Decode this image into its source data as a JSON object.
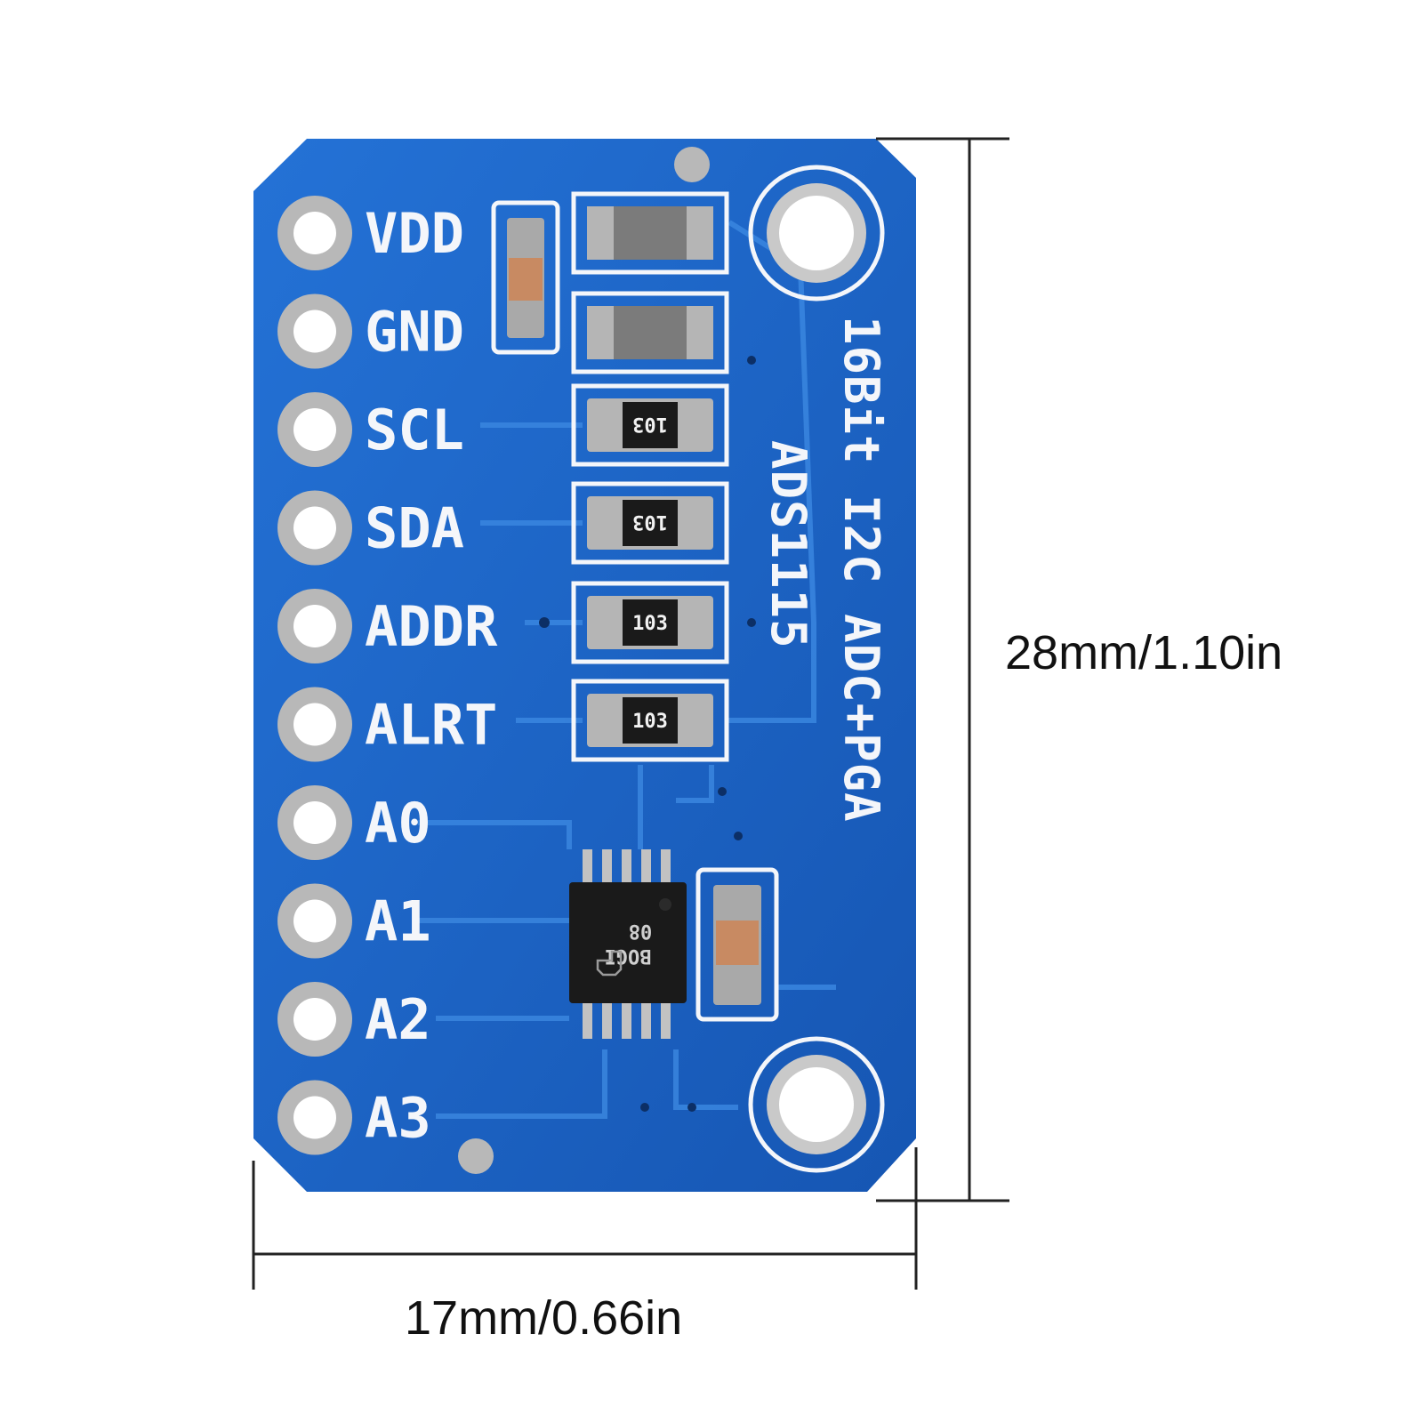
{
  "board": {
    "pins": [
      "VDD",
      "GND",
      "SCL",
      "SDA",
      "ADDR",
      "ALRT",
      "A0",
      "A1",
      "A2",
      "A3"
    ],
    "title_line1": "16Bit I2C ADC+PGA",
    "title_line2": "ADS1115",
    "resistor_code": "103",
    "chip_line1": "BOGI",
    "chip_line2": "08"
  },
  "dimensions": {
    "height_label": "28mm/1.10in",
    "width_label": "17mm/0.66in"
  },
  "colors": {
    "pcb": "#1c64c8",
    "silkscreen": "#f4f6fa",
    "pad": "#b8b8b8",
    "dimension_line": "#222222"
  }
}
